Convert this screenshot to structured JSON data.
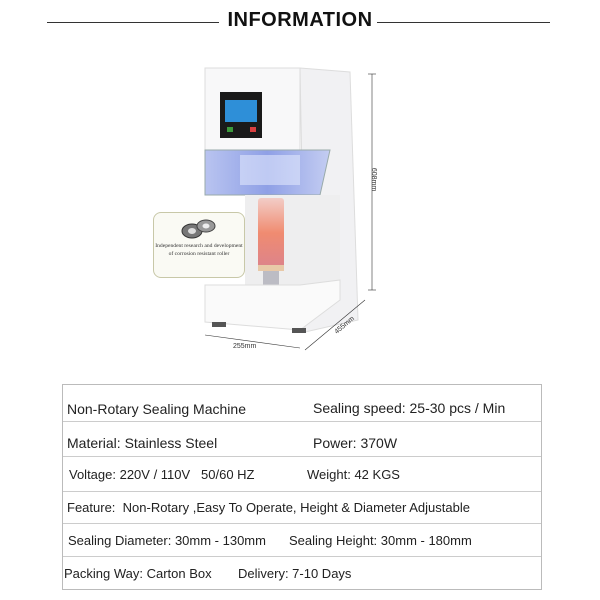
{
  "header": {
    "title": "INFORMATION"
  },
  "product_image": {
    "callout": "Independent research and development of corrosion resistant roller",
    "dimensions": {
      "height": "608mm",
      "width": "255mm",
      "depth": "455mm"
    }
  },
  "specs": [
    [
      "Non-Rotary Sealing Machine",
      "Sealing speed: 25-30 pcs / Min"
    ],
    [
      "Material: Stainless Steel",
      "Power: 370W"
    ],
    [
      "Voltage: 220V / 110V   50/60 HZ",
      "Weight: 42 KGS"
    ],
    [
      "Feature:  Non-Rotary ,Easy To Operate, Height & Diameter Adjustable"
    ],
    [
      "Sealing Diameter: 30mm - 130mm",
      "Sealing Height: 30mm - 180mm"
    ],
    [
      "Packing Way: Carton Box",
      "Delivery: 7-10 Days"
    ]
  ]
}
